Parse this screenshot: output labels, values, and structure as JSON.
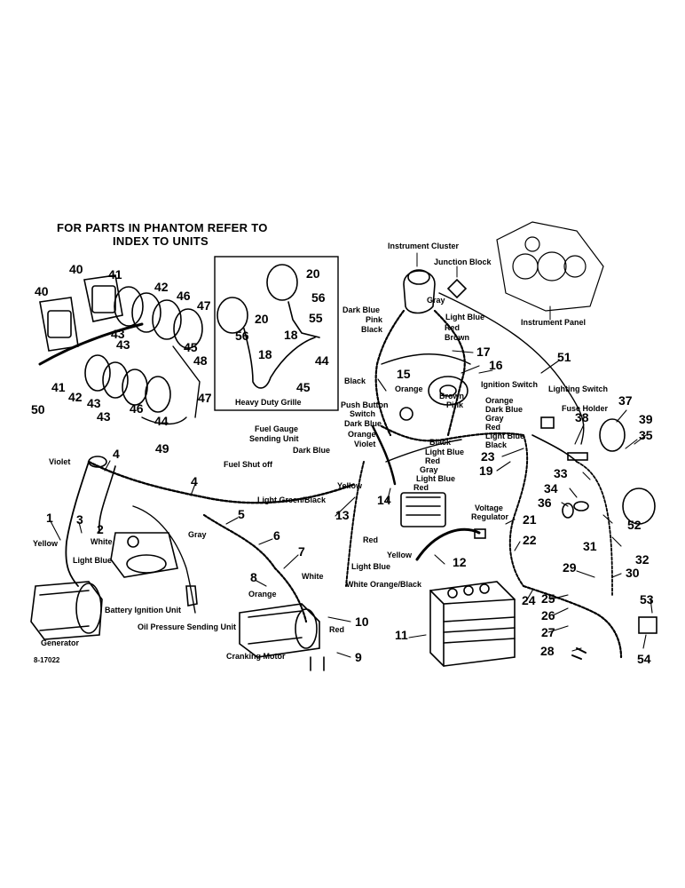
{
  "header": {
    "line1": "FOR PARTS IN PHANTOM REFER TO",
    "line2": "INDEX TO UNITS"
  },
  "figure_id": "8-17022",
  "inset_title": "Heavy Duty Grille",
  "components": {
    "instrument_cluster": "Instrument Cluster",
    "junction_block": "Junction Block",
    "instrument_panel": "Instrument Panel",
    "ignition_switch": "Ignition Switch",
    "lighting_switch": "Lighting Switch",
    "fuse_holder": "Fuse Holder",
    "push_button_switch_1": "Push Button",
    "push_button_switch_2": "Switch",
    "fuel_gauge_1": "Fuel Gauge",
    "fuel_gauge_2": "Sending Unit",
    "fuel_shut_off": "Fuel Shut off",
    "voltage_regulator_1": "Voltage",
    "voltage_regulator_2": "Regulator",
    "battery_ignition_unit": "Battery Ignition Unit",
    "oil_pressure_sending_unit": "Oil Pressure Sending Unit",
    "generator": "Generator",
    "cranking_motor": "Cranking Motor"
  },
  "wire_colors": {
    "dark_blue_top": "Dark Blue",
    "pink_top": "Pink",
    "black_top": "Black",
    "gray_top": "Gray",
    "light_blue_top": "Light Blue",
    "red_top": "Red",
    "brown_top": "Brown",
    "black_mid": "Black",
    "orange_mid": "Orange",
    "brown_mid": "Brown",
    "pink_mid": "Pink",
    "orange_r": "Orange",
    "dark_blue_r": "Dark Blue",
    "gray_r": "Gray",
    "red_r": "Red",
    "light_blue_r": "Light Blue",
    "black_r": "Black",
    "dark_blue_l": "Dark Blue",
    "orange_l": "Orange",
    "violet_l": "Violet",
    "black_c": "Black",
    "light_blue_c": "Light Blue",
    "red_c": "Red",
    "gray_c": "Gray",
    "light_blue_c2": "Light Blue",
    "red_c2": "Red",
    "dark_blue_fuel": "Dark Blue",
    "yellow_fuel": "Yellow",
    "light_green_black": "Light Green/Black",
    "violet_left": "Violet",
    "yellow_left": "Yellow",
    "light_blue_left": "Light Blue",
    "white_left": "White",
    "gray_left": "Gray",
    "red_low": "Red",
    "yellow_low": "Yellow",
    "light_blue_low": "Light Blue",
    "white_low": "White",
    "white_orange_black": "White Orange/Black",
    "orange_low": "Orange",
    "red_crank": "Red"
  },
  "callouts": {
    "n1": "1",
    "n2": "2",
    "n3": "3",
    "n4a": "4",
    "n4b": "4",
    "n5": "5",
    "n6": "6",
    "n7": "7",
    "n8": "8",
    "n9": "9",
    "n10": "10",
    "n11": "11",
    "n12": "12",
    "n13": "13",
    "n14": "14",
    "n15": "15",
    "n16": "16",
    "n17": "17",
    "n18a": "18",
    "n18b": "18",
    "n19": "19",
    "n20a": "20",
    "n20b": "20",
    "n21": "21",
    "n22": "22",
    "n23": "23",
    "n24": "24",
    "n25": "25",
    "n26": "26",
    "n27": "27",
    "n28": "28",
    "n29": "29",
    "n30": "30",
    "n31": "31",
    "n32": "32",
    "n33": "33",
    "n34": "34",
    "n35": "35",
    "n36": "36",
    "n37": "37",
    "n38": "38",
    "n39": "39",
    "n40a": "40",
    "n40b": "40",
    "n41a": "41",
    "n41b": "41",
    "n42a": "42",
    "n42b": "42",
    "n43a": "43",
    "n43b": "43",
    "n43c": "43",
    "n43d": "43",
    "n44a": "44",
    "n44b": "44",
    "n45a": "45",
    "n45b": "45",
    "n46a": "46",
    "n46b": "46",
    "n47a": "47",
    "n47b": "47",
    "n48": "48",
    "n49": "49",
    "n50": "50",
    "n51": "51",
    "n52": "52",
    "n53": "53",
    "n54": "54",
    "n55": "55",
    "n56a": "56",
    "n56b": "56"
  }
}
